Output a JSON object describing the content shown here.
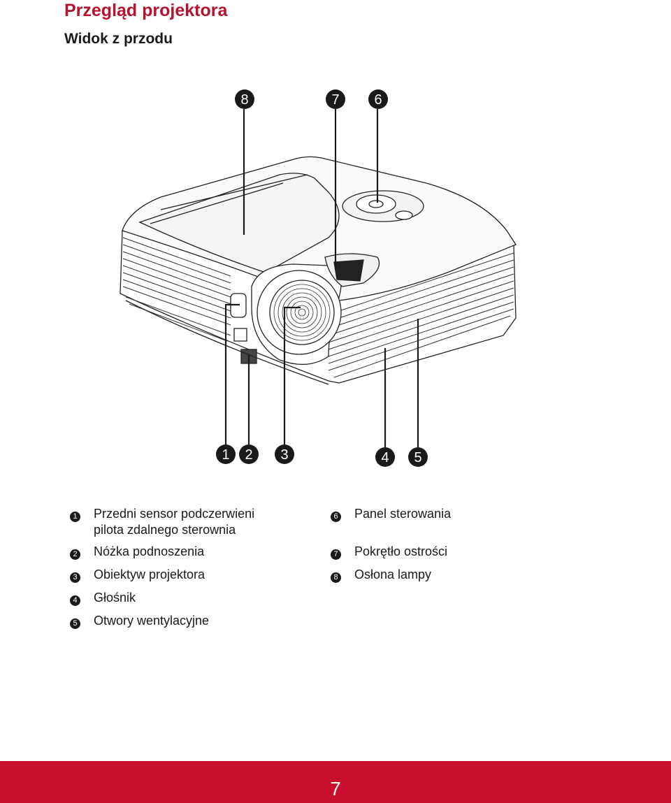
{
  "header": {
    "title": "Przegląd projektora",
    "subtitle": "Widok z przodu"
  },
  "callouts": {
    "c1": "1",
    "c2": "2",
    "c3": "3",
    "c4": "4",
    "c5": "5",
    "c6": "6",
    "c7": "7",
    "c8": "8"
  },
  "legend": {
    "left": [
      {
        "num": "1",
        "text": "Przedni sensor podczerwieni\npilota zdalnego sterownia"
      },
      {
        "num": "2",
        "text": "Nóżka podnoszenia"
      },
      {
        "num": "3",
        "text": "Obiektyw projektora"
      },
      {
        "num": "4",
        "text": "Głośnik"
      },
      {
        "num": "5",
        "text": "Otwory wentylacyjne"
      }
    ],
    "right": [
      {
        "num": "6",
        "text": "Panel sterowania"
      },
      {
        "num": "7",
        "text": "Pokrętło ostrości"
      },
      {
        "num": "8",
        "text": "Osłona lampy"
      }
    ]
  },
  "footer": {
    "page_number": "7"
  },
  "colors": {
    "title": "#b4142e",
    "footer_bar": "#c8102e"
  }
}
